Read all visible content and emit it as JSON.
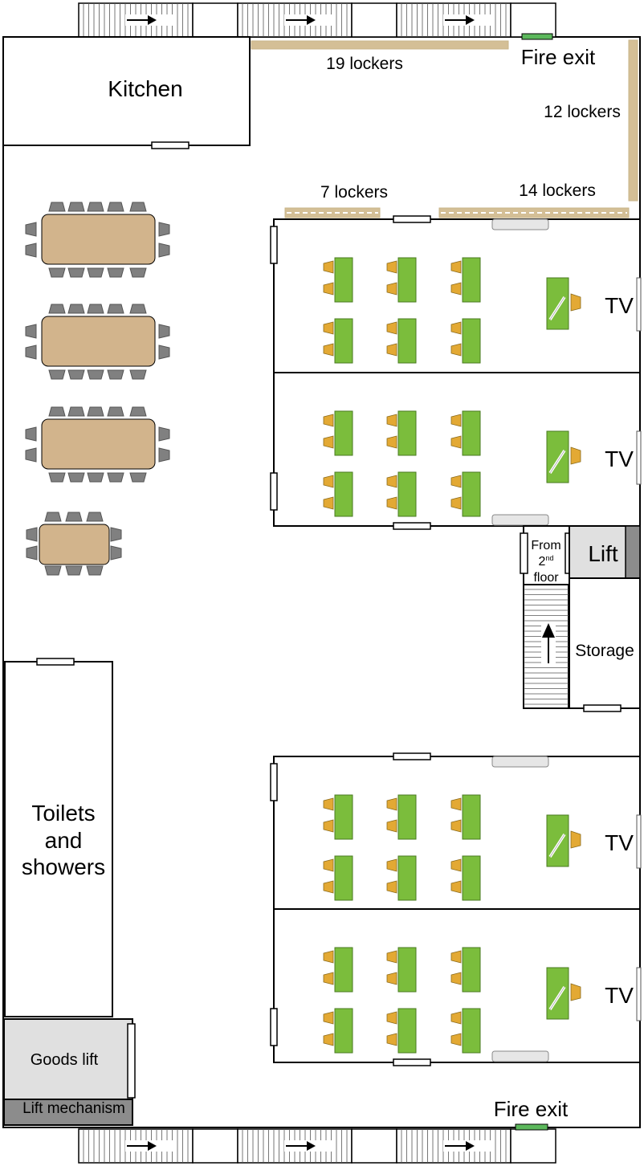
{
  "plan": {
    "title": "Floor plan",
    "rooms": {
      "kitchen": "Kitchen",
      "toilets": [
        "Toilets",
        "and",
        "showers"
      ],
      "goods_lift": "Goods lift",
      "lift_mechanism": "Lift mechanism",
      "lift": "Lift",
      "storage": "Storage",
      "stairs_note": [
        "From",
        "2",
        "nd",
        "floor"
      ]
    },
    "exits": {
      "top": "Fire exit",
      "bottom": "Fire exit"
    },
    "lockers": {
      "top": "19 lockers",
      "right": "12 lockers",
      "middle_left": "7 lockers",
      "middle_right": "14 lockers"
    },
    "tv_label": "TV",
    "classroom_count": 4,
    "colors": {
      "table": "#d2b48c",
      "chair_grey": "#808080",
      "desk": "#7bbd3c",
      "seat": "#e3a934",
      "locker": "#d4bf96",
      "exit_door": "#5cb85c",
      "lift_fill": "#e0e0e0",
      "mechanism_fill": "#8c8c8c"
    }
  }
}
